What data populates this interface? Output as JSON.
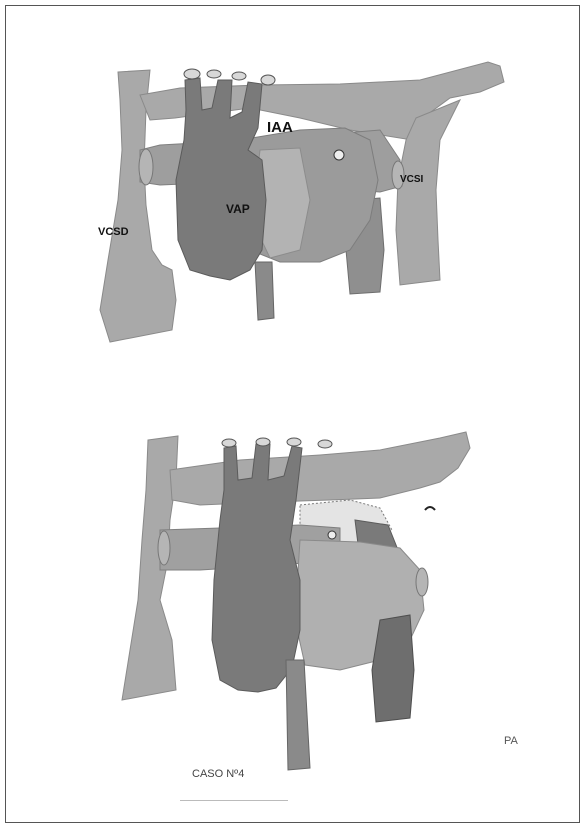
{
  "figure": {
    "top_panel_labels": {
      "iaa": "IAA",
      "vap": "VAP",
      "vcsd": "VCSD",
      "vcsi": "VCSI"
    },
    "caption": "CASO Nº4",
    "initials": "PA"
  },
  "colors": {
    "light_vessel": "#a9a9a9",
    "dark_vessel": "#7a7a7a",
    "mid_vessel": "#9a9a9a",
    "outline": "#777777"
  }
}
